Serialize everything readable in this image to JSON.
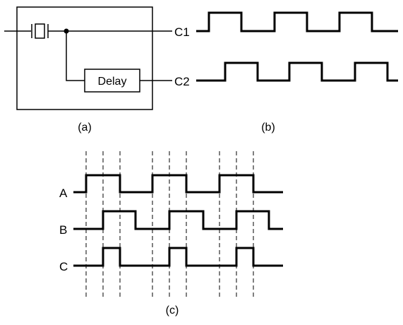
{
  "circuit": {
    "delay_label": "Delay",
    "out1_label": "C1",
    "out2_label": "C2"
  },
  "waves_b": {
    "c1_label": "C1",
    "c2_label": "C2"
  },
  "timing_c": {
    "a_label": "A",
    "b_label": "B",
    "c_label": "C"
  },
  "captions": {
    "a": "(a)",
    "b": "(b)",
    "c": "(c)"
  },
  "colors": {
    "line": "#000000",
    "background": "#ffffff"
  }
}
